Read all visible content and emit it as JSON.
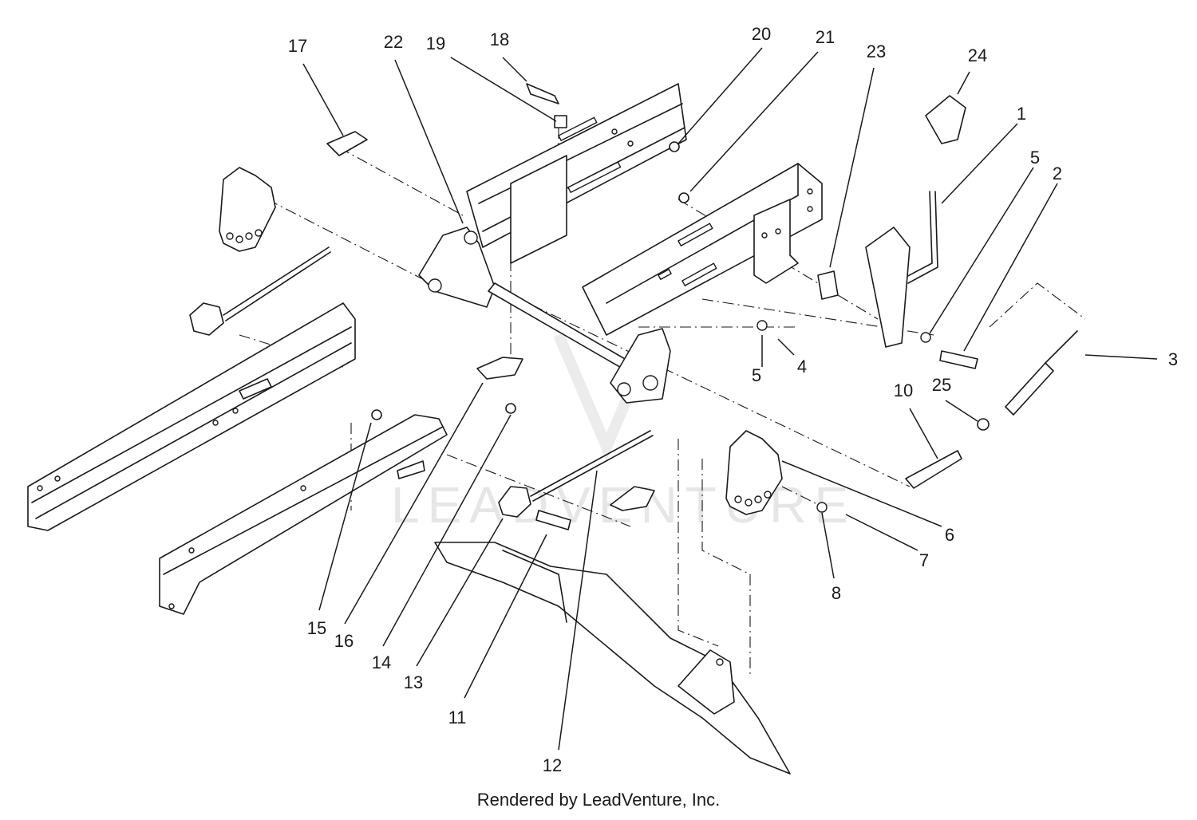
{
  "diagram": {
    "watermark": "LEADVENTURE",
    "credit": "Rendered by LeadVenture, Inc.",
    "callouts": [
      {
        "id": "c1",
        "text": "1"
      },
      {
        "id": "c2",
        "text": "2"
      },
      {
        "id": "c3",
        "text": "3"
      },
      {
        "id": "c4",
        "text": "4"
      },
      {
        "id": "c5a",
        "text": "5"
      },
      {
        "id": "c5b",
        "text": "5"
      },
      {
        "id": "c6",
        "text": "6"
      },
      {
        "id": "c7",
        "text": "7"
      },
      {
        "id": "c8",
        "text": "8"
      },
      {
        "id": "c10",
        "text": "10"
      },
      {
        "id": "c11",
        "text": "11"
      },
      {
        "id": "c12",
        "text": "12"
      },
      {
        "id": "c13",
        "text": "13"
      },
      {
        "id": "c14",
        "text": "14"
      },
      {
        "id": "c15",
        "text": "15"
      },
      {
        "id": "c16",
        "text": "16"
      },
      {
        "id": "c17",
        "text": "17"
      },
      {
        "id": "c18",
        "text": "18"
      },
      {
        "id": "c19",
        "text": "19"
      },
      {
        "id": "c20",
        "text": "20"
      },
      {
        "id": "c21",
        "text": "21"
      },
      {
        "id": "c22",
        "text": "22"
      },
      {
        "id": "c23",
        "text": "23"
      },
      {
        "id": "c24",
        "text": "24"
      },
      {
        "id": "c25",
        "text": "25"
      }
    ]
  }
}
